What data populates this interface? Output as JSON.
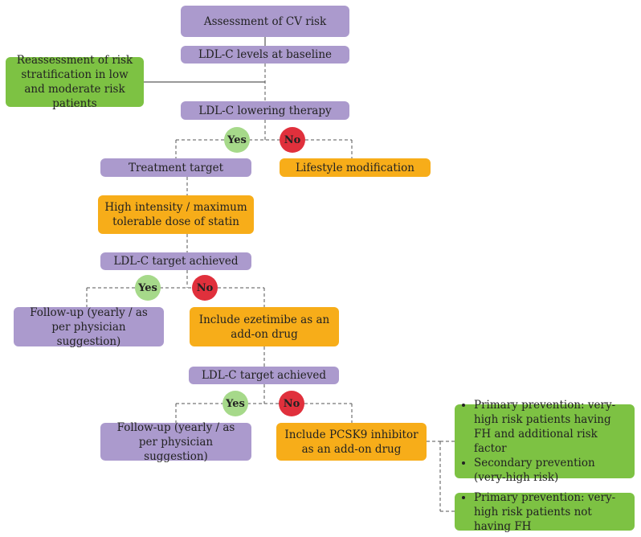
{
  "nodes": {
    "assessment": "Assessment of CV risk",
    "ldl_baseline": "LDL-C levels at baseline",
    "reassessment": "Reassessment of risk stratification in low and moderate risk patients",
    "lowering_therapy": "LDL-C lowering therapy",
    "treatment_target": "Treatment target",
    "lifestyle": "Lifestyle modification",
    "high_intensity": "High intensity / maximum tolerable dose of statin",
    "target_achieved_1": "LDL-C target achieved",
    "followup_1": "Follow-up (yearly / as per physician suggestion)",
    "ezetimibe": "Include ezetimibe as an add-on drug",
    "target_achieved_2": "LDL-C target achieved",
    "followup_2": "Follow-up (yearly / as per physician suggestion)",
    "pcsk9": "Include PCSK9 inhibitor as an add-on drug"
  },
  "decisions": {
    "yes": "Yes",
    "no": "No"
  },
  "pcsk9_criteria_1": [
    "Primary prevention: very-high risk patients having FH and additional risk factor",
    "Secondary prevention (very-high risk)"
  ],
  "pcsk9_criteria_2": [
    "Primary prevention: very-high risk patients not having FH"
  ],
  "colors": {
    "purple": "#ab9acd",
    "orange": "#f7ad19",
    "green": "#7dc243",
    "yes_circle": "#a6d98a",
    "no_circle": "#e0303c"
  }
}
